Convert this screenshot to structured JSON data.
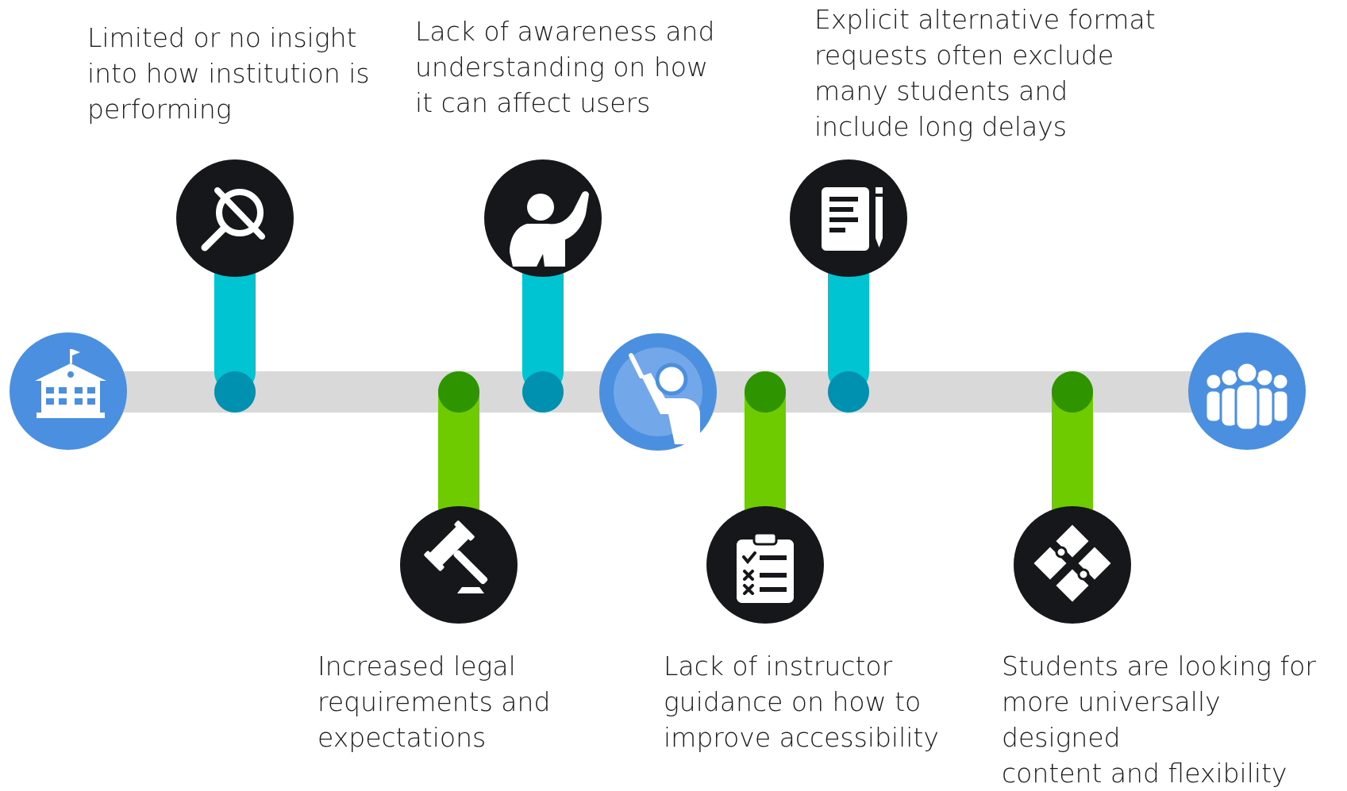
{
  "colors": {
    "track": "#d9d9d9",
    "upper_stem": "#00c4d1",
    "lower_stem": "#6dcb00",
    "upper_joint": "#0090b0",
    "lower_joint": "#2e9400",
    "dark_node": "#16171a",
    "blue_node": "#4a8fe0",
    "text": "#1c1c1c"
  },
  "endpoints": [
    {
      "name": "school-building-icon"
    },
    {
      "name": "teacher-pointing-icon"
    },
    {
      "name": "student-group-icon"
    }
  ],
  "milestones": [
    {
      "id": "insight",
      "icon": "magnifier-slash-icon",
      "side": "top",
      "text": "Limited or no insight\ninto how institution is\nperforming"
    },
    {
      "id": "legal",
      "icon": "gavel-icon",
      "side": "bottom",
      "text": "Increased legal\nrequirements and\nexpectations"
    },
    {
      "id": "awareness",
      "icon": "raised-hand-icon",
      "side": "top",
      "text": "Lack of awareness and\nunderstanding on how\nit can affect users"
    },
    {
      "id": "guidance",
      "icon": "checklist-clipboard-icon",
      "side": "bottom",
      "text": "Lack of instructor\nguidance on how to\nimprove accessibility"
    },
    {
      "id": "format",
      "icon": "document-pen-icon",
      "side": "top",
      "text": "Explicit alternative format\nrequests often exclude\nmany students and\ninclude long delays"
    },
    {
      "id": "design",
      "icon": "puzzle-pieces-icon",
      "side": "bottom",
      "text": "Students are looking for\nmore universally designed\ncontent and flexibility"
    }
  ]
}
